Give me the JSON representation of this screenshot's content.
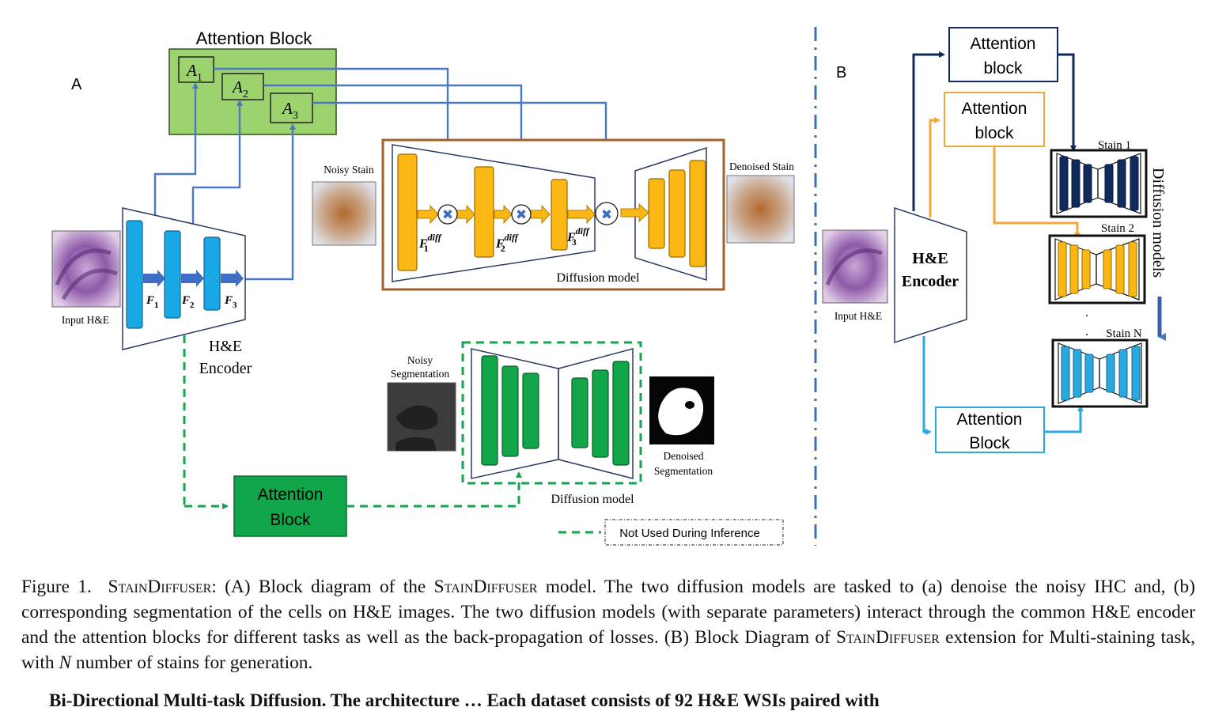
{
  "panel_a": {
    "label": "A",
    "attention_block_title": "Attention Block",
    "a_sub_1": "A",
    "a_idx_1": "1",
    "a_sub_2": "A",
    "a_idx_2": "2",
    "a_sub_3": "A",
    "a_idx_3": "3",
    "input_label": "Input H&E",
    "encoder_label_line1": "H&E",
    "encoder_label_line2": "Encoder",
    "f1": "F",
    "f1_idx": "1",
    "f2": "F",
    "f2_idx": "2",
    "f3": "F",
    "f3_idx": "3",
    "noisy_stain_label": "Noisy Stain",
    "denoised_stain_label": "Denoised Stain",
    "diff_sup": "diff",
    "fd1_idx": "1",
    "fd2_idx": "2",
    "fd3_idx": "3",
    "diffusion_model_label_1": "Diffusion model",
    "noisy_seg_line1": "Noisy",
    "noisy_seg_line2": "Segmentation",
    "denoised_seg_line1": "Denoised",
    "denoised_seg_line2": "Segmentation",
    "diffusion_model_label_2": "Diffusion model",
    "attention_block_green_line1": "Attention",
    "attention_block_green_line2": "Block",
    "legend_label": "Not Used During Inference"
  },
  "panel_b": {
    "label": "B",
    "attn_navy_line1": "Attention",
    "attn_navy_line2": "block",
    "attn_orange_line1": "Attention",
    "attn_orange_line2": "block",
    "attn_blue_line1": "Attention",
    "attn_blue_line2": "Block",
    "encoder_line1": "H&E",
    "encoder_line2": "Encoder",
    "input_label": "Input H&E",
    "stain_1": "Stain 1",
    "stain_2": "Stain 2",
    "stain_n": "Stain N",
    "dot_1": ".",
    "dot_2": ".",
    "diffusion_models_label": "Diffusion models"
  },
  "caption": {
    "fig_prefix": "Figure 1.",
    "name_1": "StainDiffuser",
    "part_1": ": (A) Block diagram of the ",
    "name_2": "StainDiffuser",
    "part_2": " model. The two diffusion models are tasked to (a) denoise the noisy IHC and, (b) corresponding segmentation of the cells on H&E images. The two diffusion models (with separate parameters) interact through the common H&E encoder and the attention blocks for different tasks as well as the back-propagation of losses. (B) Block Diagram of ",
    "name_3": "StainDiffuser",
    "part_3": " extension for Multi-staining task, with ",
    "n_var": "N",
    "part_4": " number of stains for generation."
  },
  "next_text": "Bi-Directional Multi-task Diffusion.  The architecture  …  Each dataset consists of 92 H&E WSIs paired with",
  "colors": {
    "attention_green": "#9dd36e",
    "dark_green": "#12a64b",
    "encoder_cyan": "#19a8e6",
    "unet_orange": "#fbb714",
    "arrow_blue": "#4a78c4",
    "brown_frame": "#a0622a",
    "navy": "#0f2b5e",
    "orange_line": "#f2a93b",
    "sky": "#29a9e0"
  }
}
